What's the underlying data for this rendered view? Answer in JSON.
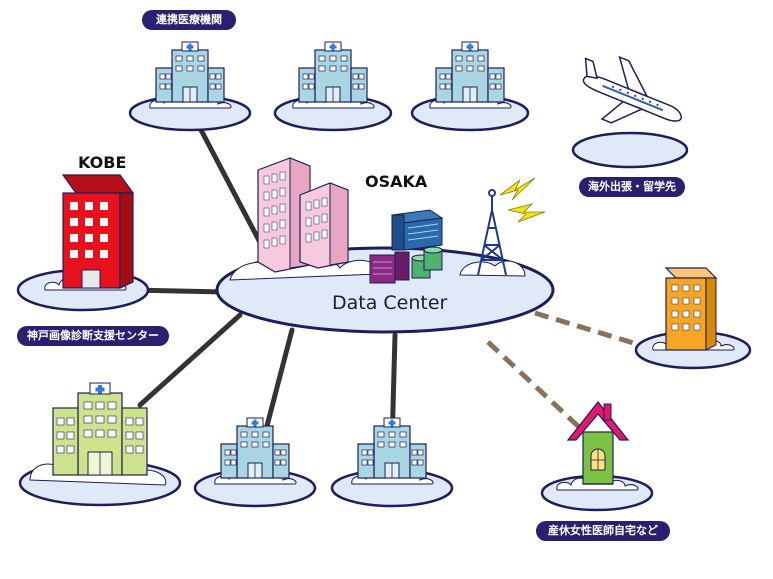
{
  "labels": {
    "partner_institutions": "連携医療機関",
    "kobe": "KOBE",
    "kobe_center": "神戸画像診断支援センター",
    "osaka": "OSAKA",
    "data_center": "Data Center",
    "overseas": "海外出張・留学先",
    "home": "産休女性医師自宅など"
  },
  "colors": {
    "label_bg": "#2a2070",
    "cloud_fill": "#dfe9f7",
    "cloud_edge": "#1e1e5a",
    "solid_link": "#333333",
    "dashed_link": "#8a7257",
    "kobe_building": "#e8121e",
    "hospital": "#a9d6e3",
    "large_hospital": "#cde38c",
    "house": "#7cc242",
    "roof": "#e0186e",
    "apartment": "#f6a623"
  },
  "icons": [
    "hospital-icon",
    "red-building-icon",
    "airplane-icon",
    "server-icon",
    "antenna-icon",
    "house-icon",
    "apartment-icon"
  ]
}
